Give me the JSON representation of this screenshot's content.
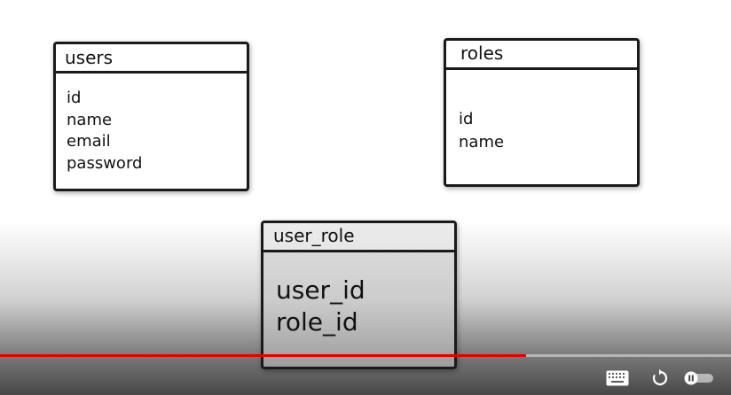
{
  "diagram": {
    "tables": {
      "users": {
        "title": "users",
        "fields": [
          "id",
          "name",
          "email",
          "password"
        ]
      },
      "roles": {
        "title": "roles",
        "fields": [
          "id",
          "name"
        ]
      },
      "user_role": {
        "title": "user_role",
        "fields": [
          "user_id",
          "role_id"
        ]
      }
    }
  },
  "player": {
    "progress_fraction": 0.72,
    "played_color": "#e00000",
    "controls": {
      "keyboard_icon": "keyboard-icon",
      "replay_icon": "replay-icon",
      "autoplay_icon": "autoplay-toggle-icon"
    }
  }
}
